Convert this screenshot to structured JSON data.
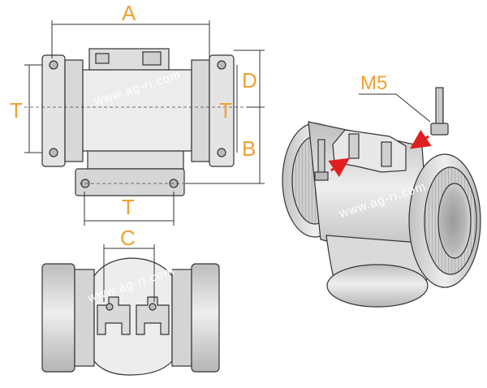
{
  "labels": {
    "width_a": "A",
    "height_d": "D",
    "height_b": "B",
    "thread_left": "T",
    "thread_right": "T",
    "thread_bottom": "T",
    "width_c": "C",
    "screw_size": "M5"
  },
  "watermark": "www.ag-ri.com",
  "colors": {
    "dimension_text": "#f0a030",
    "arrow": "#e02020",
    "outline": "#333333",
    "body_fill": "#e4e4e4"
  }
}
